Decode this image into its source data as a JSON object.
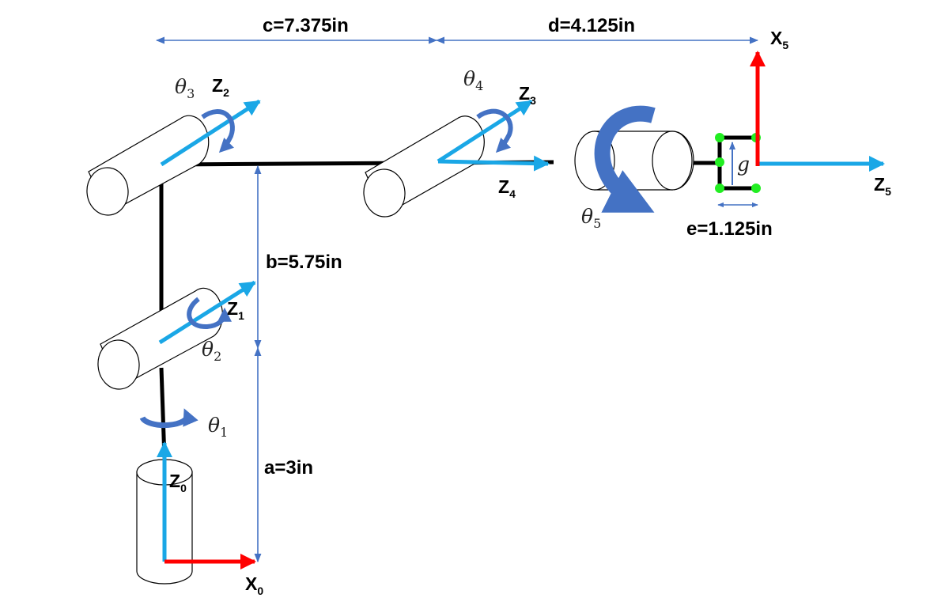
{
  "dimensions": {
    "a": "a=3in",
    "b": "b=5.75in",
    "c": "c=7.375in",
    "d": "d=4.125in",
    "e": "e=1.125in"
  },
  "axes": {
    "z0": {
      "main": "Z",
      "sub": "0"
    },
    "x0": {
      "main": "X",
      "sub": "0"
    },
    "z1": {
      "main": "Z",
      "sub": "1"
    },
    "z2": {
      "main": "Z",
      "sub": "2"
    },
    "z3": {
      "main": "Z",
      "sub": "3"
    },
    "z4": {
      "main": "Z",
      "sub": "4"
    },
    "z5": {
      "main": "Z",
      "sub": "5"
    },
    "x5": {
      "main": "X",
      "sub": "5"
    }
  },
  "joints": {
    "theta1": {
      "main": "θ",
      "sub": "1"
    },
    "theta2": {
      "main": "θ",
      "sub": "2"
    },
    "theta3": {
      "main": "θ",
      "sub": "3"
    },
    "theta4": {
      "main": "θ",
      "sub": "4"
    },
    "theta5": {
      "main": "θ",
      "sub": "5"
    }
  },
  "gripper_label": "g",
  "colors": {
    "z_axis": "#1aa7e6",
    "x_axis": "#ff0000",
    "rotation": "#4472c4",
    "dimension": "#4472c4",
    "gripper_point": "#22ee22",
    "link": "#000000"
  }
}
